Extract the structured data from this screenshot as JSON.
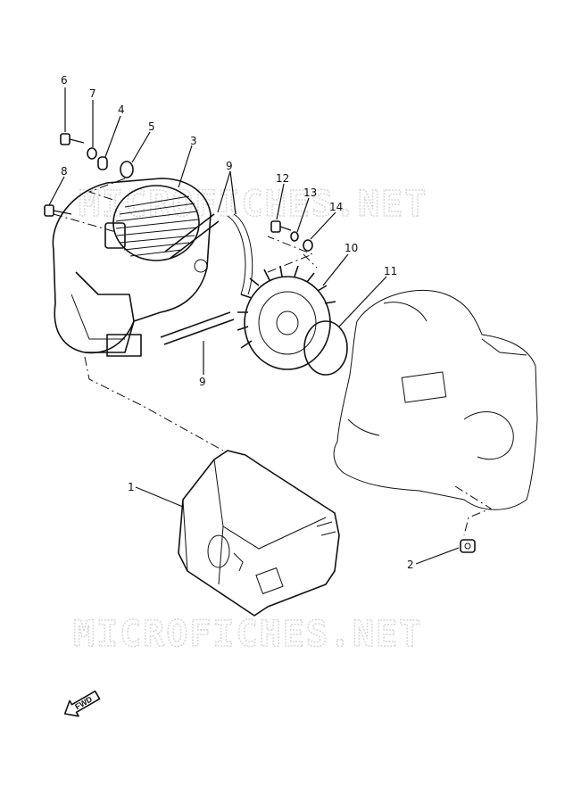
{
  "watermarks": [
    "MICROFICHES.NET",
    "MICROFICHES.NET"
  ],
  "fwd_label": "FWD",
  "callouts": {
    "c1": "1",
    "c2": "2",
    "c3": "3",
    "c4": "4",
    "c5": "5",
    "c6": "6",
    "c7": "7",
    "c8": "8",
    "c9a": "9",
    "c9b": "9",
    "c10": "10",
    "c11": "11",
    "c12": "12",
    "c13": "13",
    "c14": "14"
  }
}
